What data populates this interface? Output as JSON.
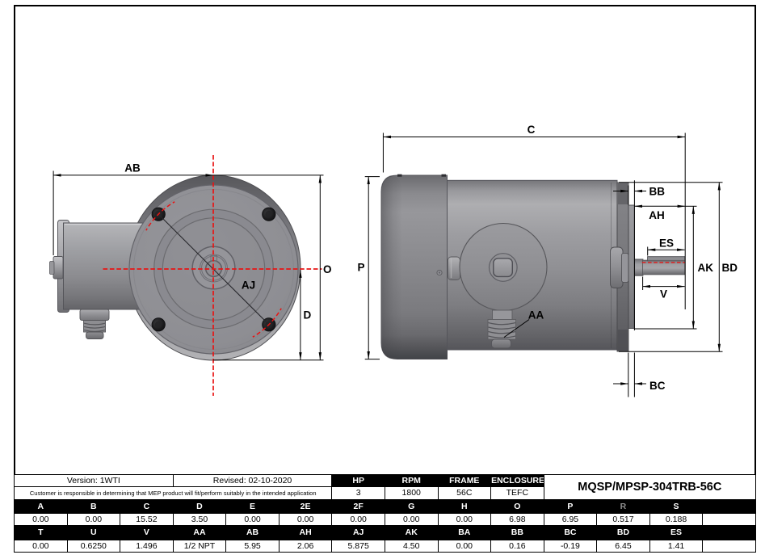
{
  "drawing": {
    "front_view": {
      "labels": {
        "ab": "AB",
        "aj": "AJ",
        "o": "O",
        "d": "D"
      }
    },
    "side_view": {
      "labels": {
        "c": "C",
        "p": "P",
        "bb": "BB",
        "ah": "AH",
        "es": "ES",
        "ak": "AK",
        "bd": "BD",
        "v": "V",
        "aa": "AA",
        "bc": "BC"
      }
    },
    "colors": {
      "centerline_red": "#e81414",
      "line_black": "#000000",
      "metal_grey": "#96969a"
    }
  },
  "title_block": {
    "version": "Version: 1WTI",
    "revised": "Revised: 02-10-2020",
    "disclaimer": "Customer is responsible in determining that MEP product will fit/perform suitably in the intended application",
    "model": "MQSP/MPSP-304TRB-56C",
    "specs": {
      "headers": [
        "HP",
        "RPM",
        "FRAME",
        "ENCLOSURE"
      ],
      "values": [
        "3",
        "1800",
        "56C",
        "TEFC"
      ]
    },
    "dims1": {
      "headers": [
        "A",
        "B",
        "C",
        "D",
        "E",
        "2E",
        "2F",
        "G",
        "H",
        "O",
        "P",
        "R",
        "S",
        ""
      ],
      "values": [
        "0.00",
        "0.00",
        "15.52",
        "3.50",
        "0.00",
        "0.00",
        "0.00",
        "0.00",
        "0.00",
        "6.98",
        "6.95",
        "0.517",
        "0.188",
        ""
      ]
    },
    "dims2": {
      "headers": [
        "T",
        "U",
        "V",
        "AA",
        "AB",
        "AH",
        "AJ",
        "AK",
        "BA",
        "BB",
        "BC",
        "BD",
        "ES",
        ""
      ],
      "values": [
        "0.00",
        "0.6250",
        "1.496",
        "1/2 NPT",
        "5.95",
        "2.06",
        "5.875",
        "4.50",
        "0.00",
        "0.16",
        "-0.19",
        "6.45",
        "1.41",
        ""
      ]
    }
  }
}
